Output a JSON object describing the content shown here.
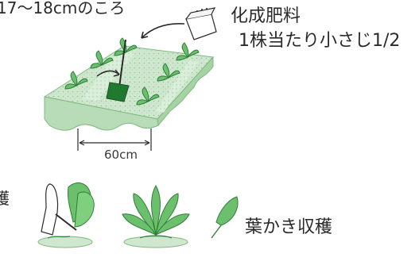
{
  "labels": {
    "growth_height": "17〜18cmのころ",
    "fertilizer_name": "化成肥料",
    "fertilizer_amount": "1株当たり小さじ1/2",
    "row_width": "60cm",
    "harvest_left": "穫",
    "harvest_leaf_picking": "葉かき収穫"
  },
  "colors": {
    "soil_fill": "#cfe7cf",
    "soil_dark": "#7fb97f",
    "leaf_fill": "#6cbf6c",
    "leaf_dark": "#2f7f3a",
    "stake": "#1f7a2f",
    "outline": "#2a2a2a"
  },
  "icons": {
    "fertilizer_bag": "fertilizer-bag-icon",
    "pour_arrow": "curved-arrow-icon",
    "dimension_arrow": "double-arrow-icon",
    "hand_harvest": "hand-harvest-icon",
    "leaf": "leaf-icon"
  }
}
